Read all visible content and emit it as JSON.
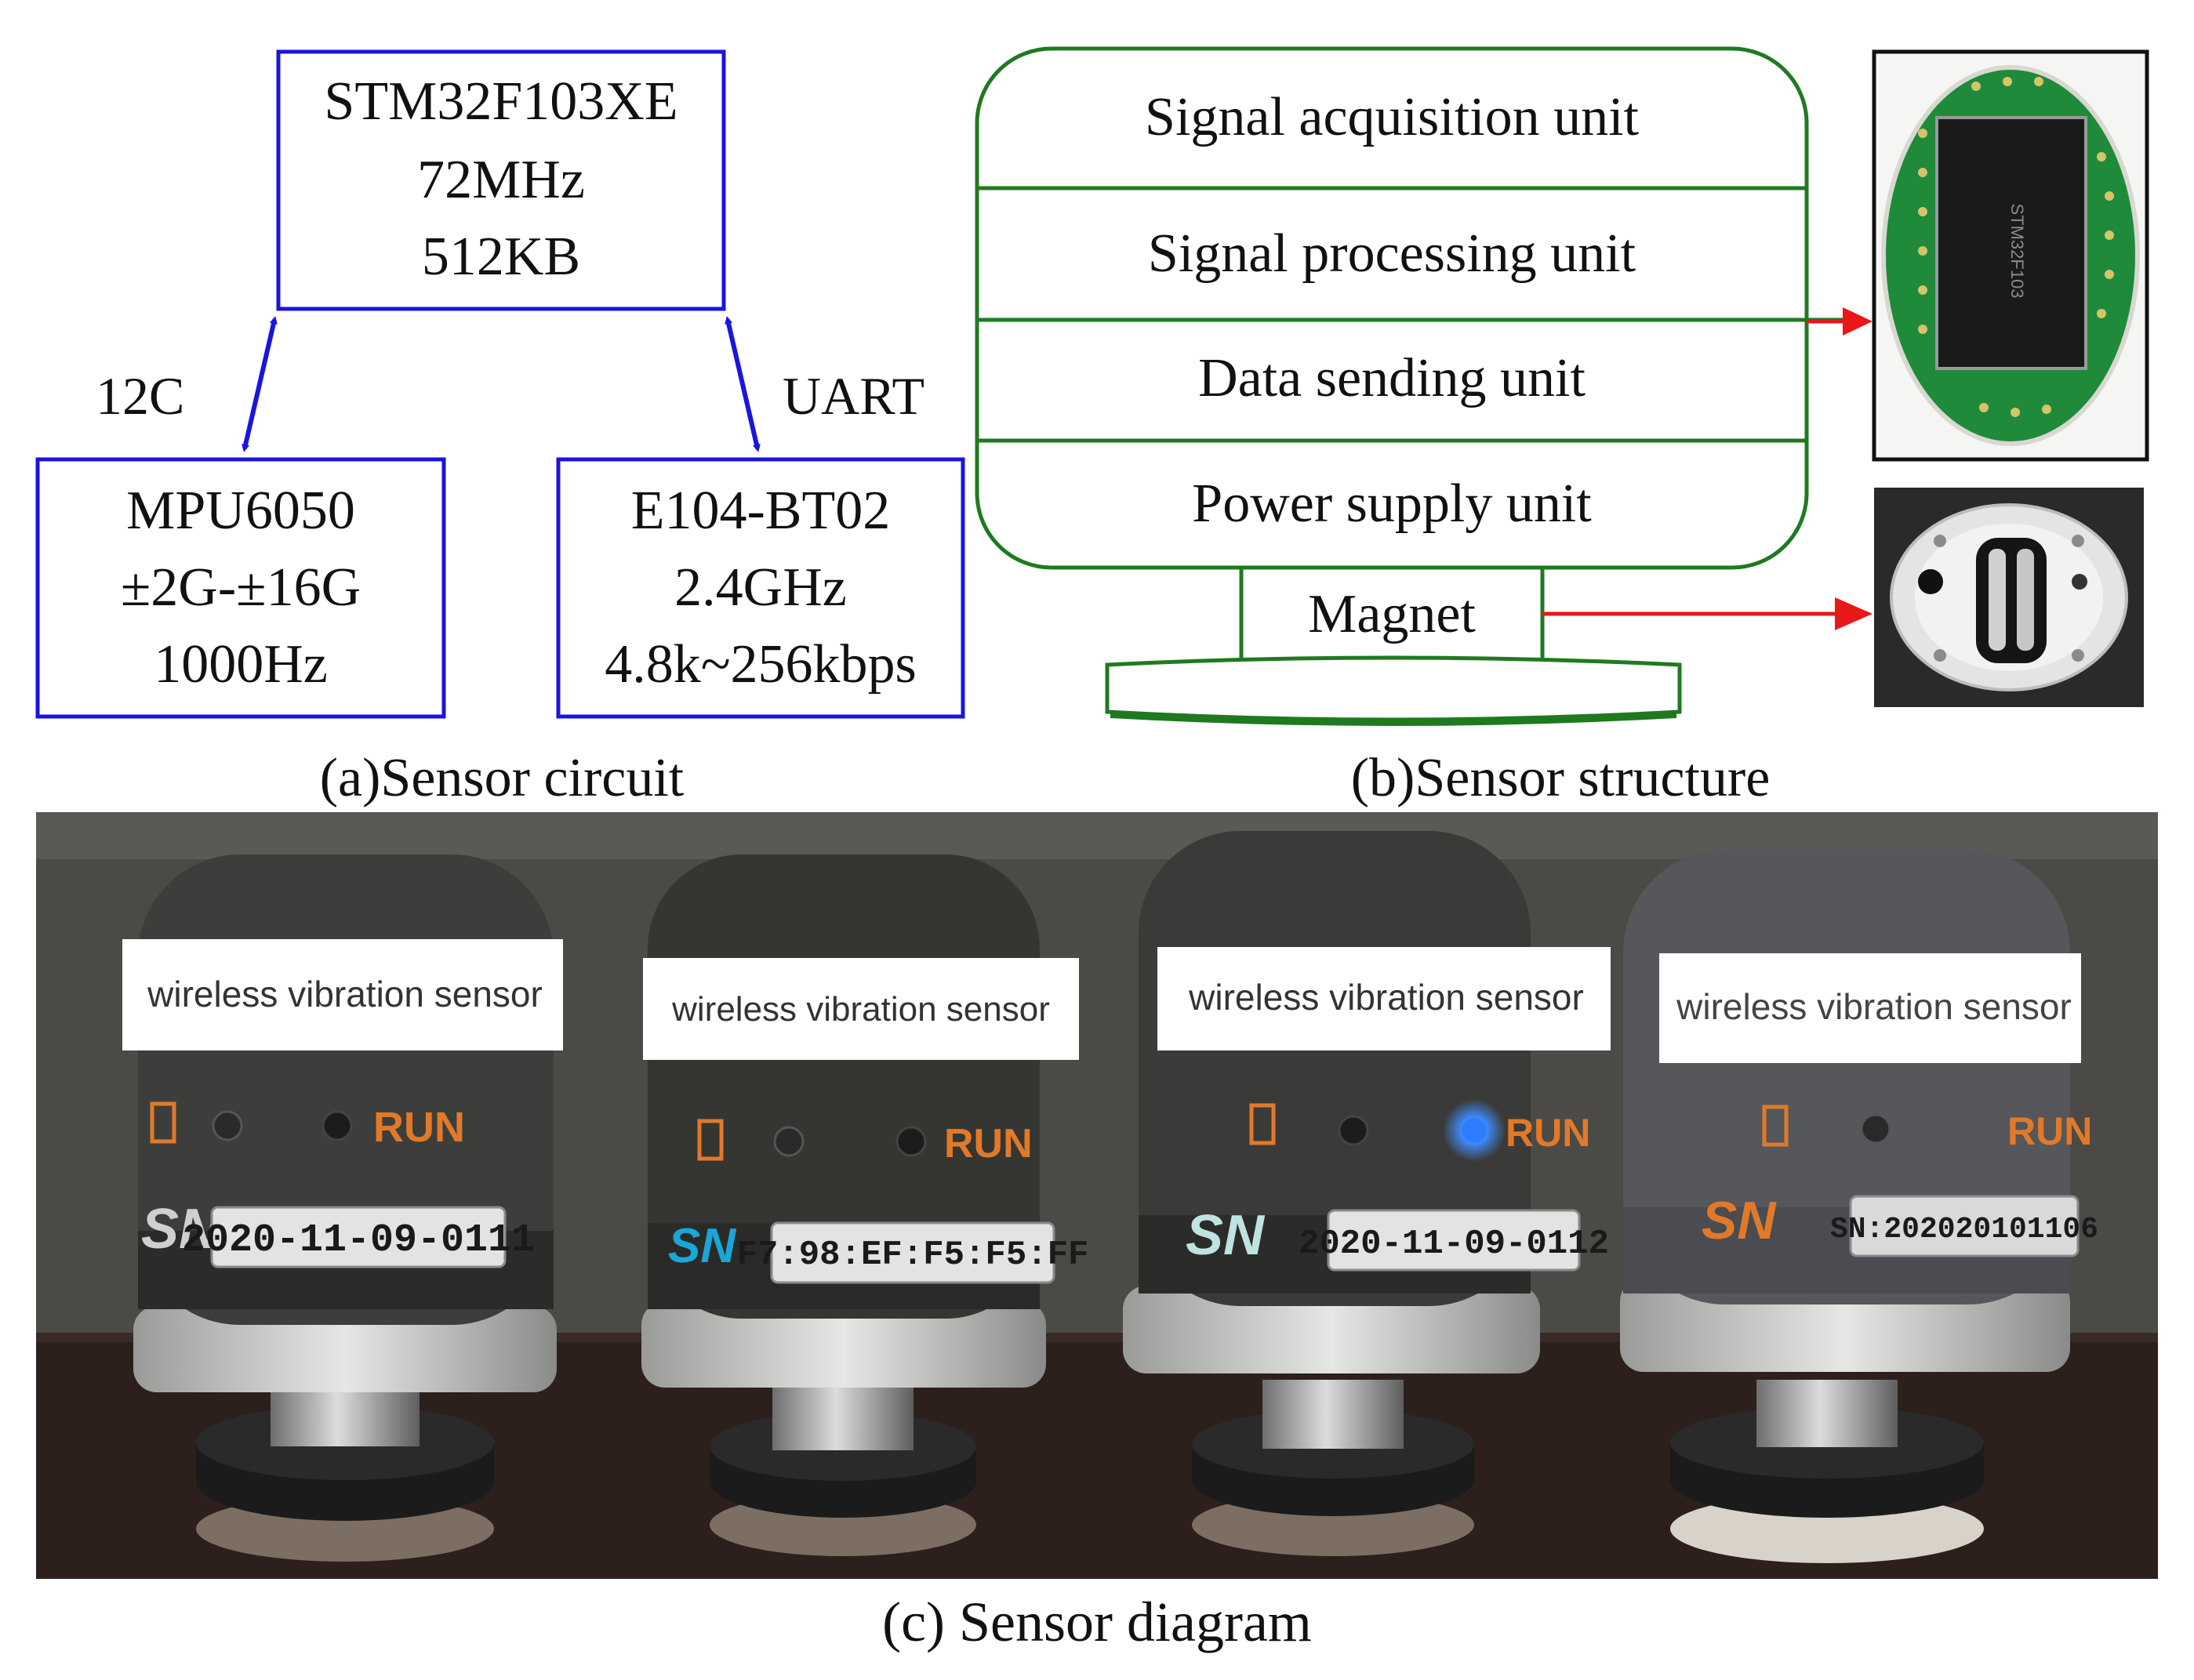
{
  "panel_a": {
    "mcu": {
      "lines": [
        "STM32F103XE",
        "72MHz",
        "512KB"
      ]
    },
    "imu": {
      "lines": [
        "MPU6050",
        "±2G-±16G",
        "1000Hz"
      ]
    },
    "ble": {
      "lines": [
        "E104-BT02",
        "2.4GHz",
        "4.8k~256kbps"
      ]
    },
    "left_link_label": "12C",
    "right_link_label": "UART",
    "caption": "(a)Sensor circuit"
  },
  "panel_b": {
    "units": [
      "Signal acquisition unit",
      "Signal processing unit",
      "Data sending unit",
      "Power supply unit"
    ],
    "magnet_label": "Magnet",
    "caption": "(b)Sensor structure"
  },
  "panel_c": {
    "sensors": [
      {
        "label": "wireless vibration sensor",
        "sn_prefix": "SN",
        "serial": "2020-11-09-0111",
        "run_text": "RUN",
        "body_color": "#3d3e3b",
        "sn_color": "#cfcfcf"
      },
      {
        "label": "wireless vibration sensor",
        "sn_prefix": "SN",
        "serial": "F7:98:EF:F5:F5:FF",
        "run_text": "RUN",
        "body_color": "#353632",
        "sn_color": "#1aa7d8"
      },
      {
        "label": "wireless vibration sensor",
        "sn_prefix": "SN",
        "serial": "2020-11-09-0112",
        "run_text": "RUN",
        "body_color": "#3a3b38",
        "sn_color": "#bfe3e0"
      },
      {
        "label": "wireless vibration sensor",
        "sn_prefix": "SN",
        "serial": "SN:202020101106",
        "run_text": "RUN",
        "body_color": "#55575b",
        "sn_color": "#e07a2a"
      }
    ],
    "caption": "(c) Sensor diagram"
  },
  "colors": {
    "circuit_blue": "#1a14e0",
    "structure_green": "#1f7a1f",
    "arrow_red": "#e81818",
    "pcb_green": "#1f8a3a",
    "run_orange": "#e07a2a",
    "led_blue": "#2f7dff"
  }
}
